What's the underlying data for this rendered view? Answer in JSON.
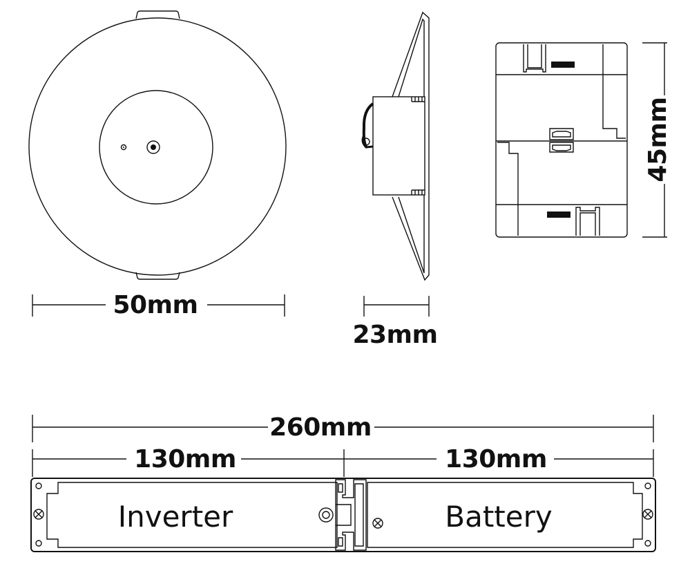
{
  "dimensions": {
    "front_width": "50mm",
    "side_depth": "23mm",
    "back_height": "45mm",
    "strip_total": "260mm",
    "strip_left": "130mm",
    "strip_right": "130mm"
  },
  "labels": {
    "inverter": "Inverter",
    "battery": "Battery"
  }
}
